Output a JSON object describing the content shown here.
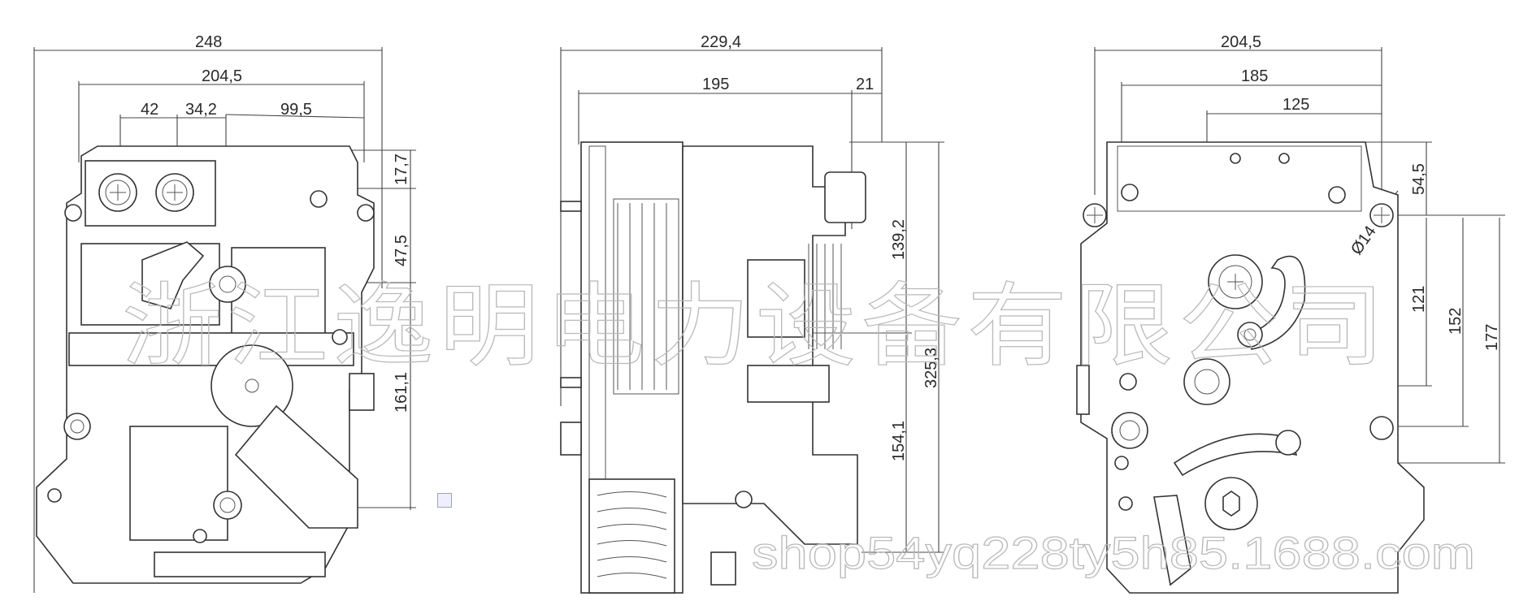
{
  "views": {
    "front": {
      "dims": {
        "overall_width": "248",
        "mid_width": "204,5",
        "d1": "42",
        "d2": "34,2",
        "d3": "99,5",
        "v1": "17,7",
        "v2": "47,5",
        "v3": "161,1"
      }
    },
    "side": {
      "dims": {
        "overall_width": "229,4",
        "body_width": "195",
        "flange": "21",
        "v1": "139,2",
        "v2": "325,3",
        "v3": "154,1"
      }
    },
    "rear": {
      "dims": {
        "overall_width": "204,5",
        "mid_width": "185",
        "inner_width": "125",
        "v1": "54,5",
        "v2": "121",
        "v3": "152",
        "v4": "177",
        "hole": "Ø14"
      }
    }
  },
  "watermark": {
    "company": "浙江逸明电力设备有限公司",
    "url": "shop54yq228ty5h85.1688.com"
  }
}
